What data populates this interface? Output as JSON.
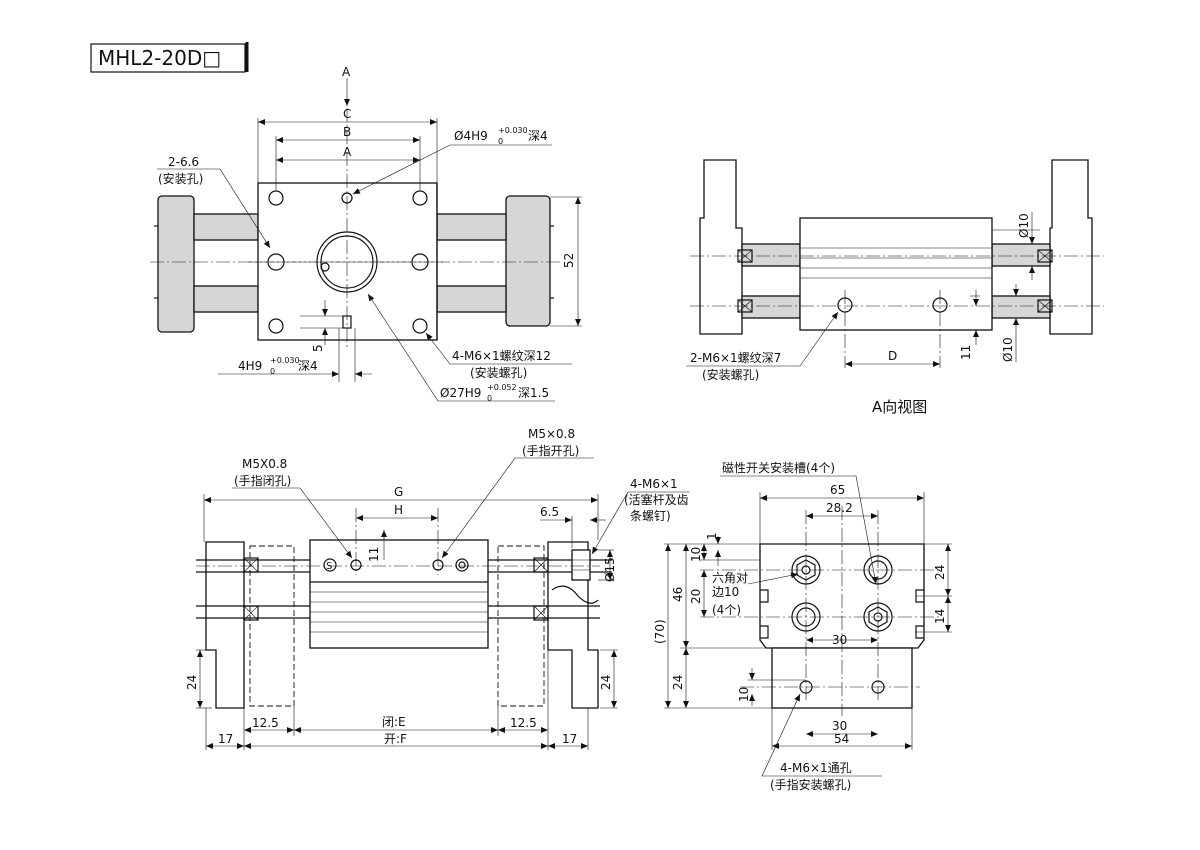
{
  "title": "MHL2-20D□",
  "top_view": {
    "arrow_label": "A",
    "dim_c": "C",
    "dim_b": "B",
    "dim_a": "A",
    "dim_52": "52",
    "dim_5": "5",
    "note_mount_hole_1": "2-6.6",
    "note_mount_hole_2": "(安装孔)",
    "note_pin_hole_top": "Ø4H9",
    "note_pin_hole_top_tol": "+0.030",
    "note_pin_hole_top_tol_lo": "0",
    "note_pin_hole_top_depth": "深4",
    "note_pin_hole_bottom": "4H9",
    "note_pin_hole_bottom_tol": "+0.030",
    "note_pin_hole_bottom_tol_lo": "0",
    "note_pin_hole_bottom_depth": "深4",
    "note_thread_1": "4-M6×1螺纹深12",
    "note_thread_2": "(安装螺孔)",
    "note_bore": "Ø27H9",
    "note_bore_tol": "+0.052",
    "note_bore_tol_lo": "0",
    "note_bore_depth": "深1.5"
  },
  "side_view": {
    "dim_d10_top": "Ø10",
    "dim_d10_bottom": "Ø10",
    "dim_d": "D",
    "dim_11": "11",
    "note_thread_1": "2-M6×1螺纹深7",
    "note_thread_2": "(安装螺孔)",
    "caption": "A向视图"
  },
  "front_view": {
    "note_close_1": "M5X0.8",
    "note_close_2": "(手指闭孔)",
    "note_open_1": "M5×0.8",
    "note_open_2": "(手指开孔)",
    "note_screw_1": "4-M6×1",
    "note_screw_2": "(活塞杆及齿",
    "note_screw_3": "条螺钉)",
    "dim_g": "G",
    "dim_h": "H",
    "dim_6_5": "6.5",
    "dim_11": "11",
    "dim_d15": "Ø15",
    "dim_24_left": "24",
    "dim_24_right": "24",
    "dim_12_5_left": "12.5",
    "dim_12_5_right": "12.5",
    "dim_close_e": "闭:E",
    "dim_open_f": "开:F",
    "dim_17_left": "17",
    "dim_17_right": "17",
    "port_symbol": "S"
  },
  "end_view": {
    "note_switch_groove": "磁性开关安装槽(4个)",
    "dim_65": "65",
    "dim_28_2": "28.2",
    "dim_1": "1",
    "dim_10_top": "10",
    "dim_20": "20",
    "dim_46": "46",
    "dim_70": "(70)",
    "dim_24_left": "24",
    "dim_10_bottom": "10",
    "dim_24_right": "24",
    "dim_14": "14",
    "dim_30_mid": "30",
    "dim_30_bottom": "30",
    "dim_54": "54",
    "note_hex_1": "六角对",
    "note_hex_2": "边10",
    "note_hex_3": "(4个)",
    "note_thread_1": "4-M6×1通孔",
    "note_thread_2": "(手指安装螺孔)"
  }
}
